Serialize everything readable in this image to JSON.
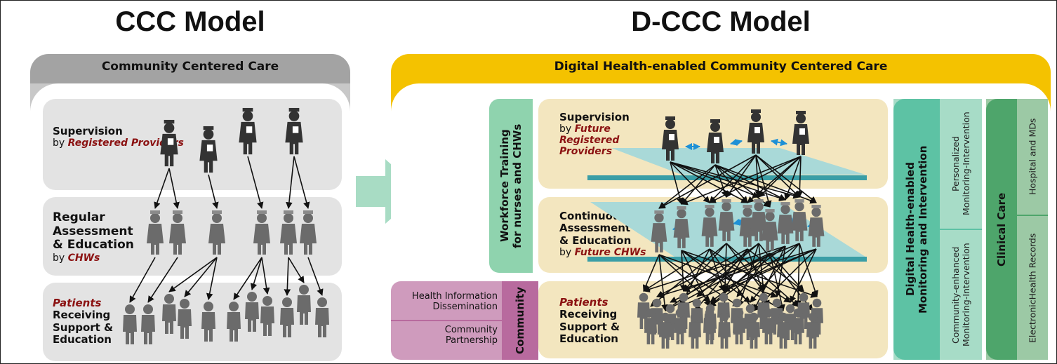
{
  "left_title": "CCC Model",
  "right_title": "D-CCC Model",
  "left_tab": "Community Centered Care",
  "right_tab": "Digital Health-enabled Community Centered Care",
  "left_rows": {
    "supervision": {
      "line1": "Supervision",
      "by": "by ",
      "who": "Registered Providers"
    },
    "assessment": {
      "line1": "Regular",
      "line2": "Assessment",
      "line3": "& Education",
      "by": "by ",
      "who": "CHWs"
    },
    "patients": {
      "who": "Patients",
      "line1": "Receiving",
      "line2": "Support &",
      "line3": "Education"
    }
  },
  "right_rows": {
    "supervision": {
      "line1": "Supervision",
      "by": "by ",
      "who1": "Future",
      "who2": "Registered",
      "who3": "Providers"
    },
    "assessment": {
      "line1": "Continuous",
      "line2": "Assessment",
      "line3": "& Education",
      "by": "by ",
      "who": "Future CHWs"
    },
    "patients": {
      "who": "Patients",
      "line1": "Receiving",
      "line2": "Support &",
      "line3": "Education"
    }
  },
  "workforce": {
    "line1": "Workforce Training",
    "line2": "for nurses and CHWs"
  },
  "community": {
    "heading": "Community",
    "item1_line1": "Health Information",
    "item1_line2": "Dissemination",
    "item2_line1": "Community",
    "item2_line2": "Partnership"
  },
  "digital": {
    "heading_line1": "Digital Health-enabled",
    "heading_line2": "Monitoring and Intervention",
    "item1_line1": "Personalized",
    "item1_line2": "Monitoring-Intervention",
    "item2_line1": "Community-enhanced",
    "item2_line2": "Monitoring-Intervention"
  },
  "clinical": {
    "heading": "Clinical Care",
    "item1": "Hospital and MDs",
    "item2": "ElectronicHealth Records"
  },
  "colors": {
    "gray_tab": "#a3a3a3",
    "yellow_tab": "#f4c200",
    "row_gray": "#e3e3e3",
    "row_beige": "#f3e6bf",
    "figure_dark": "#333333",
    "figure_mid": "#6b6b6b",
    "accent_red": "#8b1212",
    "arrow_blue": "#1e90d6",
    "plane_teal": "#a9d9d8",
    "workforce_green": "#8fd3ae",
    "digital_teal": "#5dc2a4",
    "digital_light": "#a7dcc7",
    "clinical_green": "#4ea56b",
    "clinical_light": "#9cc9a5",
    "community_purple": "#b86a9e",
    "community_light": "#cf9bbd",
    "big_arrow": "#a8dcc4"
  },
  "icons": [
    "nurse-figure-icon",
    "health-worker-figure-icon",
    "patient-figure-icon",
    "right-arrow-icon"
  ]
}
